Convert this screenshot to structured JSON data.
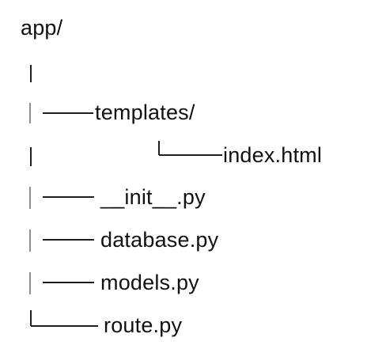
{
  "tree": {
    "root": "app/",
    "nodes": [
      {
        "label": "templates/",
        "depth": 1
      },
      {
        "label": "index.html",
        "depth": 2
      },
      {
        "label": "__init__.py",
        "depth": 1
      },
      {
        "label": "database.py",
        "depth": 1
      },
      {
        "label": "models.py",
        "depth": 1
      },
      {
        "label": "route.py",
        "depth": 1
      }
    ]
  }
}
